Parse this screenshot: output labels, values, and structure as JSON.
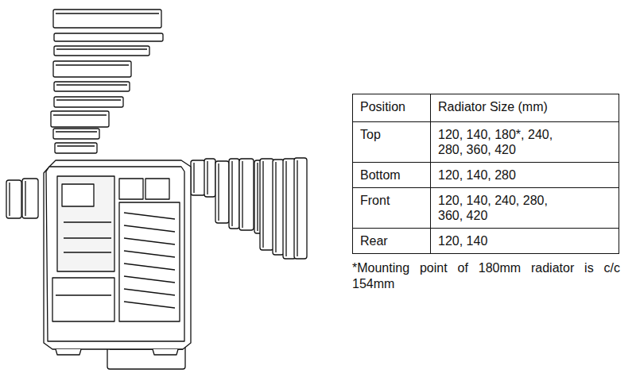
{
  "diagram": {
    "labels": [
      "Position",
      "Radiator Size (mm)",
      "Top",
      "120, 140, 180*, 240, 280, 360, 420",
      "Bottom",
      "120, 140, 280",
      "Front",
      "120, 140, 240, 280, 360, 420",
      "Rear",
      "120, 140",
      "*Mounting point of 180mm radiator is c/c 154mm"
    ]
  }
}
